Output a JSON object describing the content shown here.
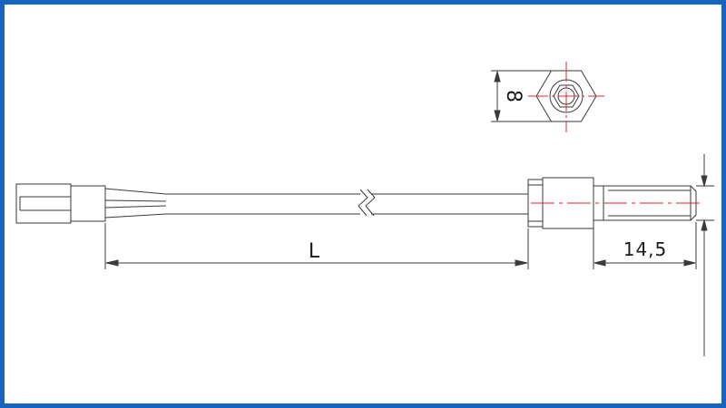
{
  "drawing": {
    "dimension_labels": {
      "hex_size": "8",
      "length": "L",
      "thread_length": "14,5"
    }
  },
  "colors": {
    "frame": "#1565c0",
    "line": "#3a3a3a",
    "centerline": "#e8212c"
  }
}
